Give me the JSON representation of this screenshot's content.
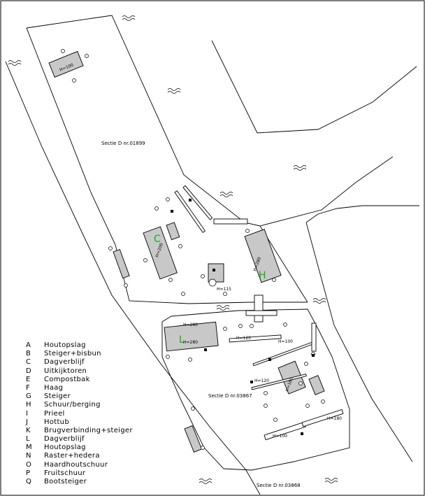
{
  "sections": {
    "top": "Sectie D nr.01899",
    "middle": "Sectie D nr.03867",
    "bottom": "Sectie D nr.03868"
  },
  "building_letters": {
    "c": "C",
    "h": "H",
    "l": "L"
  },
  "labels": {
    "h100_top": "H=100",
    "h200_c": "H=200",
    "h280_h": "H=280",
    "h280_l1": "H=280",
    "h280_l2": "H=280",
    "h120_mid": "H=120",
    "h100_right": "H=100",
    "h120_right": "H=120",
    "h100_bottom": "H=100",
    "h180_far": "H=180",
    "tree": "H=115",
    "h160_box": "H=160"
  },
  "legend": [
    {
      "key": "A",
      "label": "Houtopslag"
    },
    {
      "key": "B",
      "label": "Steiger+bisbun"
    },
    {
      "key": "C",
      "label": "Dagverblijf"
    },
    {
      "key": "D",
      "label": "Uitkijktoren"
    },
    {
      "key": "E",
      "label": "Compostbak"
    },
    {
      "key": "F",
      "label": "Haag"
    },
    {
      "key": "G",
      "label": "Steiger"
    },
    {
      "key": "H",
      "label": "Schuur/berging"
    },
    {
      "key": "I",
      "label": "Prieel"
    },
    {
      "key": "J",
      "label": "Hottub"
    },
    {
      "key": "K",
      "label": "Brugverbinding+steiger"
    },
    {
      "key": "L",
      "label": "Dagverblijf"
    },
    {
      "key": "M",
      "label": "Houtopslag"
    },
    {
      "key": "N",
      "label": "Raster+hedera"
    },
    {
      "key": "O",
      "label": "Haardhoutschuur"
    },
    {
      "key": "P",
      "label": "Fruitschuur"
    },
    {
      "key": "Q",
      "label": "Bootsteiger"
    }
  ],
  "colors": {
    "line": "#000000",
    "building_fill": "#c8c8c8",
    "letter": "#14b014"
  }
}
